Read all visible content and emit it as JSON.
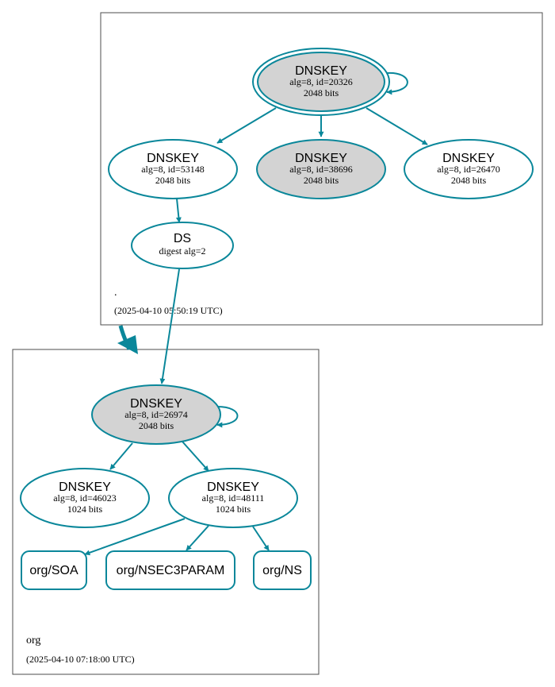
{
  "colors": {
    "edge": "#0a879a",
    "ksk_fill": "#d3d3d3",
    "zone_border": "#4d4d4d"
  },
  "zones": {
    "root": {
      "name": ".",
      "timestamp": "(2025-04-10 05:50:19 UTC)"
    },
    "org": {
      "name": "org",
      "timestamp": "(2025-04-10 07:18:00 UTC)"
    }
  },
  "nodes": {
    "root_ksk": {
      "title": "DNSKEY",
      "line1": "alg=8, id=20326",
      "line2": "2048 bits"
    },
    "root_k53148": {
      "title": "DNSKEY",
      "line1": "alg=8, id=53148",
      "line2": "2048 bits"
    },
    "root_k38696": {
      "title": "DNSKEY",
      "line1": "alg=8, id=38696",
      "line2": "2048 bits"
    },
    "root_k26470": {
      "title": "DNSKEY",
      "line1": "alg=8, id=26470",
      "line2": "2048 bits"
    },
    "org_ds": {
      "title": "DS",
      "line1": "digest alg=2"
    },
    "org_ksk": {
      "title": "DNSKEY",
      "line1": "alg=8, id=26974",
      "line2": "2048 bits"
    },
    "org_k46023": {
      "title": "DNSKEY",
      "line1": "alg=8, id=46023",
      "line2": "1024 bits"
    },
    "org_k48111": {
      "title": "DNSKEY",
      "line1": "alg=8, id=48111",
      "line2": "1024 bits"
    },
    "org_soa": {
      "title": "org/SOA"
    },
    "org_nsec3param": {
      "title": "org/NSEC3PARAM"
    },
    "org_ns": {
      "title": "org/NS"
    }
  }
}
